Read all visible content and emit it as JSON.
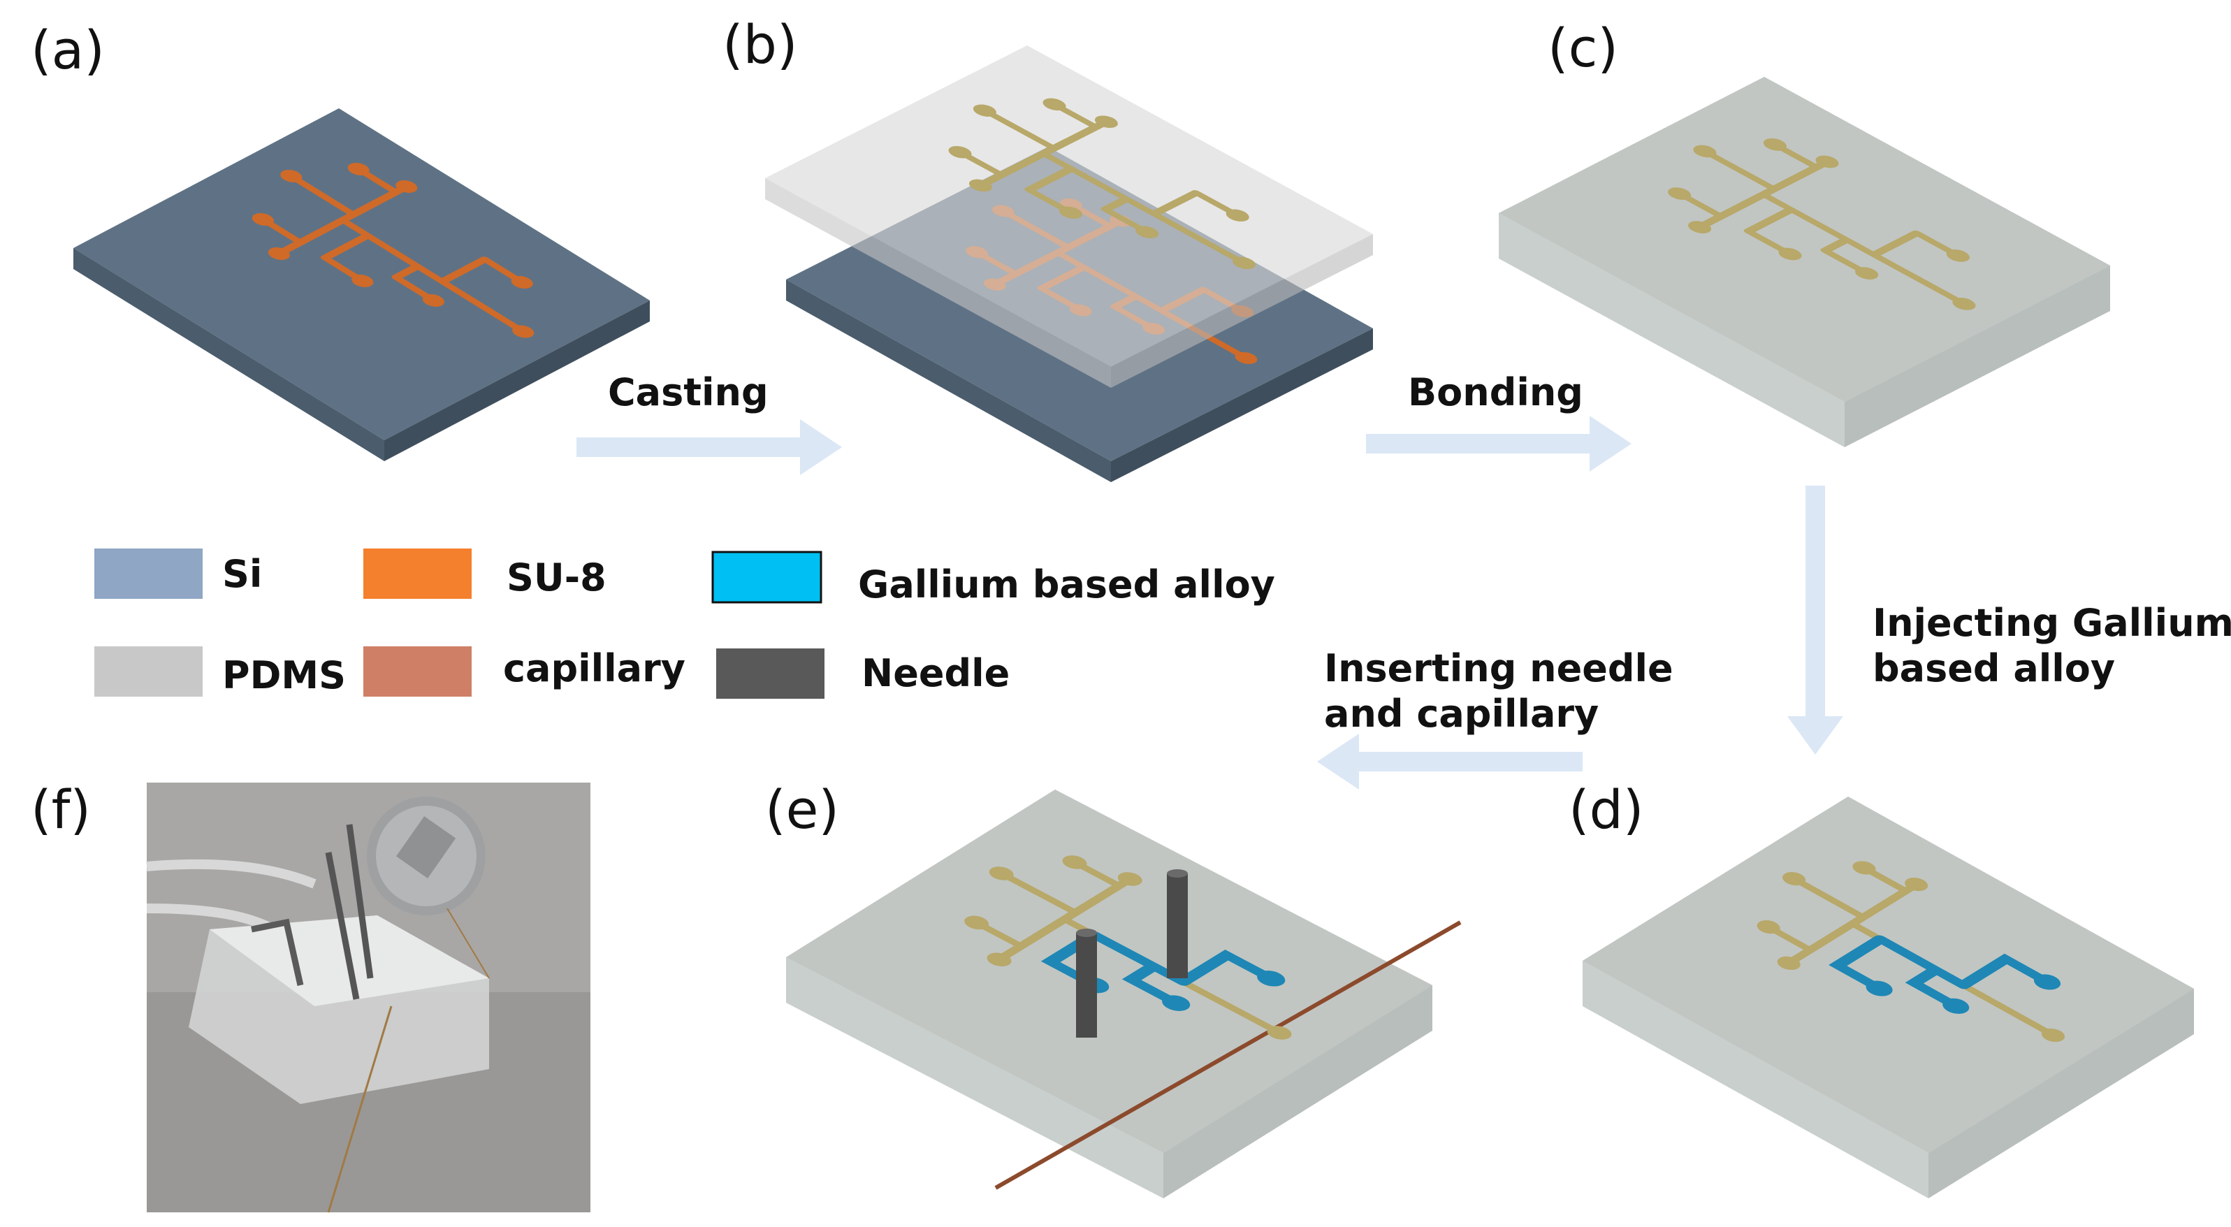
{
  "panels": [
    "(a)",
    "(b)",
    "(c)",
    "(d)",
    "(e)",
    "(f)"
  ],
  "steps": {
    "casting": "Casting",
    "bonding": "Bonding",
    "injecting_1": "Injecting Gallium",
    "injecting_2": "based alloy",
    "inserting_1": "Inserting needle",
    "inserting_2": "and capillary"
  },
  "legend": [
    {
      "label": "Si",
      "color": "#8fa6c4"
    },
    {
      "label": "SU-8",
      "color": "#f47f2c"
    },
    {
      "label": "Gallium based alloy",
      "color": "#00bff3"
    },
    {
      "label": "PDMS",
      "color": "#c8c8c8"
    },
    {
      "label": "capillary",
      "color": "#cf7f66"
    },
    {
      "label": "Needle",
      "color": "#595959"
    }
  ],
  "colors": {
    "si": "#5f7285",
    "su8": "#d06a28",
    "pdms_channel": "#b8a869",
    "gallium": "#1e87b5",
    "needle": "#4a4a4a",
    "arrow": "#dbe7f5",
    "capillary_wire": "#8c4a2c"
  }
}
